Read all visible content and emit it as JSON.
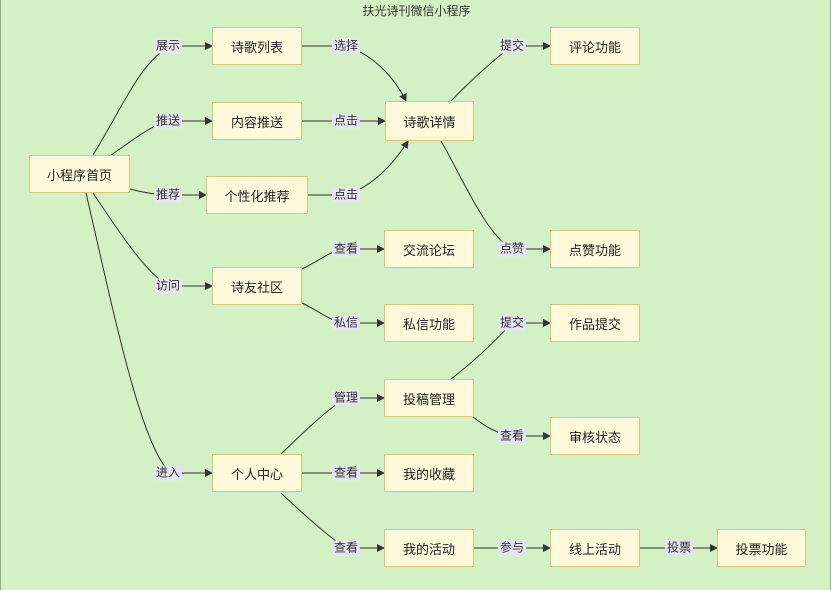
{
  "title": "扶光诗刊微信小程序",
  "nodes": {
    "home": "小程序首页",
    "poem_list": "诗歌列表",
    "content_push": "内容推送",
    "personal_rec": "个性化推荐",
    "poem_detail": "诗歌详情",
    "comment": "评论功能",
    "like": "点赞功能",
    "community": "诗友社区",
    "forum": "交流论坛",
    "private_msg": "私信功能",
    "personal_center": "个人中心",
    "submission_mgmt": "投稿管理",
    "work_submit": "作品提交",
    "review_status": "审核状态",
    "my_favorites": "我的收藏",
    "my_activities": "我的活动",
    "online_activity": "线上活动",
    "voting": "投票功能"
  },
  "edges": {
    "home_poem_list": "展示",
    "home_push": "推送",
    "home_rec": "推荐",
    "home_community": "访问",
    "home_center": "进入",
    "list_detail": "选择",
    "push_detail": "点击",
    "rec_detail": "点击",
    "detail_comment": "提交",
    "detail_like": "点赞",
    "community_forum": "查看",
    "community_msg": "私信",
    "center_submission": "管理",
    "center_favorites": "查看",
    "center_activities": "查看",
    "submission_work": "提交",
    "submission_review": "查看",
    "activities_online": "参与",
    "online_voting": "投票"
  },
  "colors": {
    "background": "#d4f1c5",
    "node_fill": "#fff9dc",
    "node_border": "#d8c77a",
    "edge": "#333333",
    "label_bg": "#e6e4f2"
  }
}
